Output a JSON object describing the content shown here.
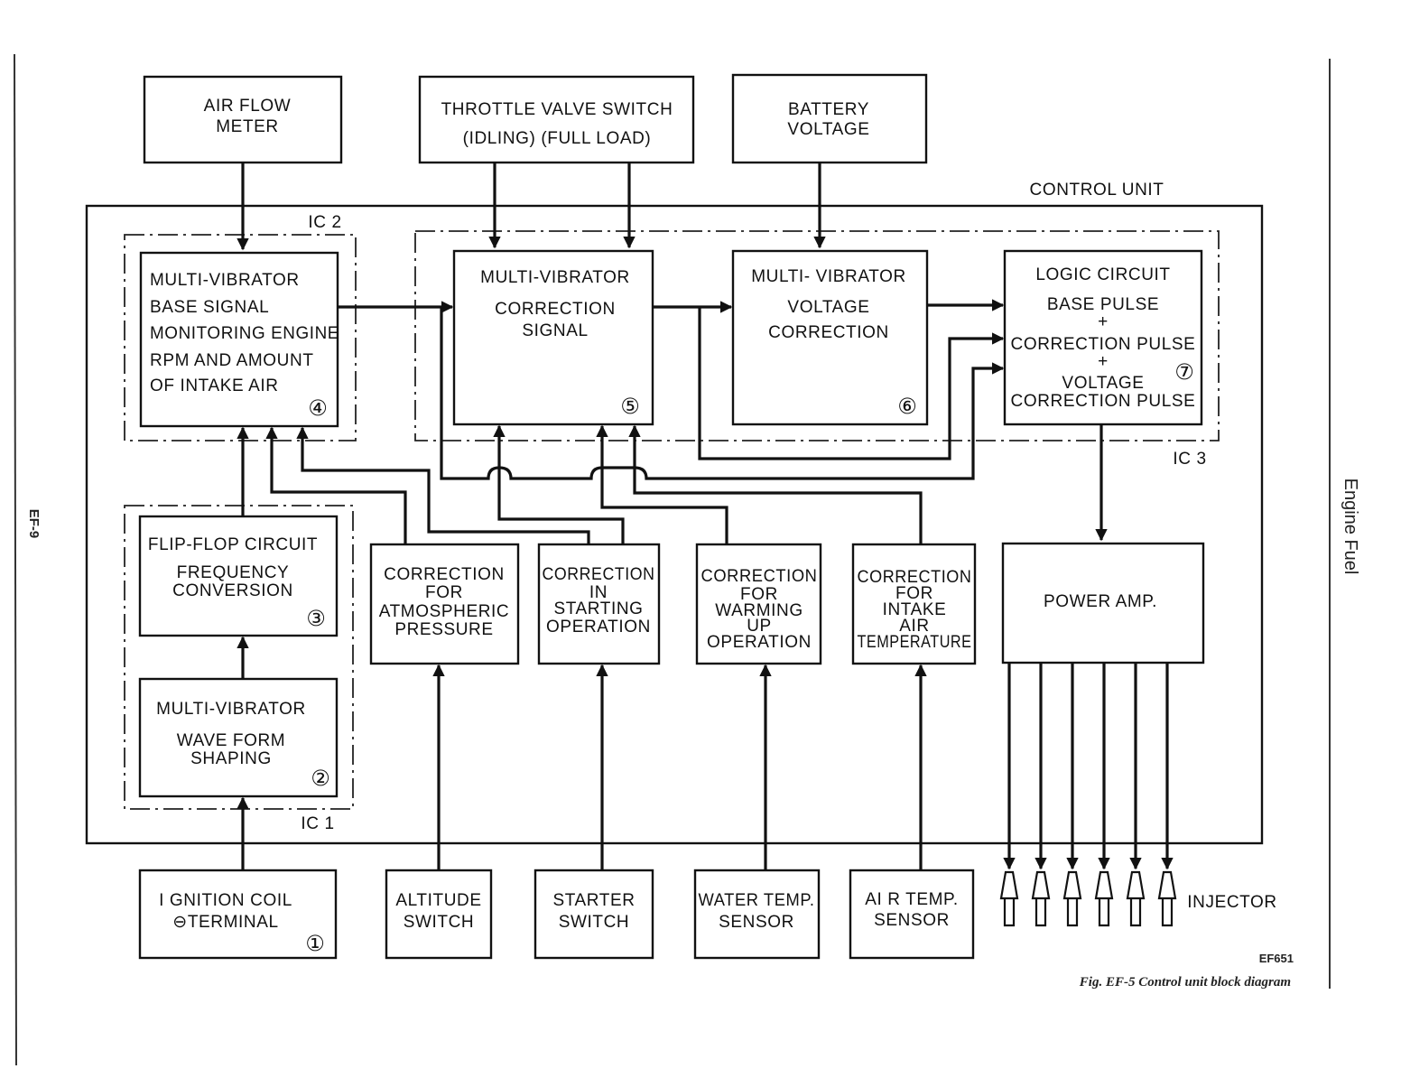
{
  "title": "Control unit block diagram",
  "caption": "Fig. EF-5  Control unit block diagram",
  "figure_code": "EF651",
  "page_number": "EF-9",
  "section": "Engine Fuel",
  "labels": {
    "control_unit": "CONTROL UNIT",
    "ic1": "IC 1",
    "ic2": "IC 2",
    "ic3": "IC 3",
    "injector": "INJECTOR"
  },
  "blocks": [
    {
      "id": "air-flow-meter",
      "lines": [
        "AIR  FLOW",
        "METER"
      ]
    },
    {
      "id": "throttle-valve-switch",
      "lines": [
        "THROTTLE VALVE SWITCH",
        "(IDLING)      (FULL LOAD)"
      ]
    },
    {
      "id": "battery-voltage",
      "lines": [
        "BATTERY",
        "VOLTAGE"
      ]
    },
    {
      "id": "base-signal-multivibrator",
      "lines": [
        "MULTI-VIBRATOR",
        "BASE SIGNAL",
        "MONITORING ENGINE",
        "RPM AND AMOUNT",
        "OF  INTAKE  AIR"
      ],
      "number": "④"
    },
    {
      "id": "correction-signal-multivibrator",
      "lines": [
        "MULTI-VIBRATOR",
        "CORRECTION",
        "SIGNAL"
      ],
      "number": "⑤"
    },
    {
      "id": "voltage-correction-multivibrator",
      "lines": [
        "MULTI- VIBRATOR",
        "VOLTAGE",
        "CORRECTION"
      ],
      "number": "⑥"
    },
    {
      "id": "logic-circuit",
      "lines": [
        "LOGIC CIRCUIT",
        "BASE PULSE",
        "+",
        "CORRECTION PULSE",
        "+",
        "VOLTAGE",
        "CORRECTION PULSE"
      ],
      "number": "⑦"
    },
    {
      "id": "flip-flop-circuit",
      "lines": [
        "FLIP-FLOP CIRCUIT",
        "FREQUENCY",
        "CONVERSION"
      ],
      "number": "③"
    },
    {
      "id": "wave-form-multivibrator",
      "lines": [
        "MULTI-VIBRATOR",
        "WAVE  FORM",
        "SHAPING"
      ],
      "number": "②"
    },
    {
      "id": "correction-atmospheric-pressure",
      "lines": [
        "CORRECTION",
        "FOR",
        "ATMOSPHERIC",
        "PRESSURE"
      ]
    },
    {
      "id": "correction-starting-operation",
      "lines": [
        "CORRECTION",
        "IN",
        "STARTING",
        "OPERATION"
      ]
    },
    {
      "id": "correction-warming-up",
      "lines": [
        "CORRECTION",
        "FOR",
        "WARMING",
        "UP",
        "OPERATION"
      ]
    },
    {
      "id": "correction-intake-air-temp",
      "lines": [
        "CORRECTION",
        "FOR",
        "INTAKE",
        "AIR",
        "TEMPERATURE"
      ]
    },
    {
      "id": "power-amp",
      "lines": [
        "POWER AMP."
      ]
    },
    {
      "id": "ignition-coil-terminal",
      "lines": [
        "I GNITION COIL",
        "⊖TERMINAL"
      ],
      "number": "①"
    },
    {
      "id": "altitude-switch",
      "lines": [
        "ALTITUDE",
        "SWITCH"
      ]
    },
    {
      "id": "starter-switch",
      "lines": [
        "STARTER",
        "SWITCH"
      ]
    },
    {
      "id": "water-temp-sensor",
      "lines": [
        "WATER TEMP.",
        "SENSOR"
      ]
    },
    {
      "id": "air-temp-sensor",
      "lines": [
        "AI R TEMP.",
        "SENSOR"
      ]
    }
  ],
  "injector_count": 6
}
